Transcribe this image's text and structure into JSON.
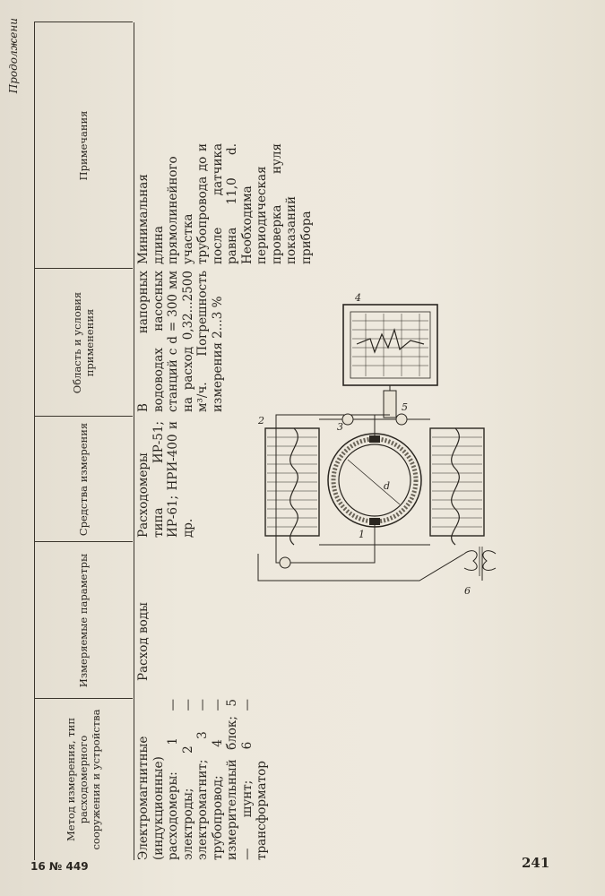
{
  "header": {
    "continued": "Продолжени",
    "columns": [
      "Метод измерения, тип расходомерного сооружения и устройства",
      "Измеряемые параметры",
      "Средства измерения",
      "Область и условия применения",
      "Примечания"
    ]
  },
  "row": {
    "method": "Электромагнитные (индукционные) расходомеры: 1 — электроды; 2 — электромагнит; 3 — трубопровод; 4 — измерительный блок; 5 — шунт; 6 — трансформатор",
    "parameter": "Расход воды",
    "instruments": "Расходомеры типа ИР-51; ИР-61; НРИ-400 и др.",
    "area": "В напорных водоводах насосных станций с d = 300 мм на расход 0,32...2500 м³/ч. Погрешность измерения 2...3 %",
    "notes": "Минимальная длина прямолинейного участка трубопровода до и после датчика равна 11,0 d. Необходима периодическая проверка нуля показаний прибора"
  },
  "figure": {
    "labels": [
      "1",
      "2",
      "3",
      "4",
      "5",
      "6",
      "d"
    ]
  },
  "footer": {
    "signature": "16 № 449",
    "page_number": "241"
  }
}
